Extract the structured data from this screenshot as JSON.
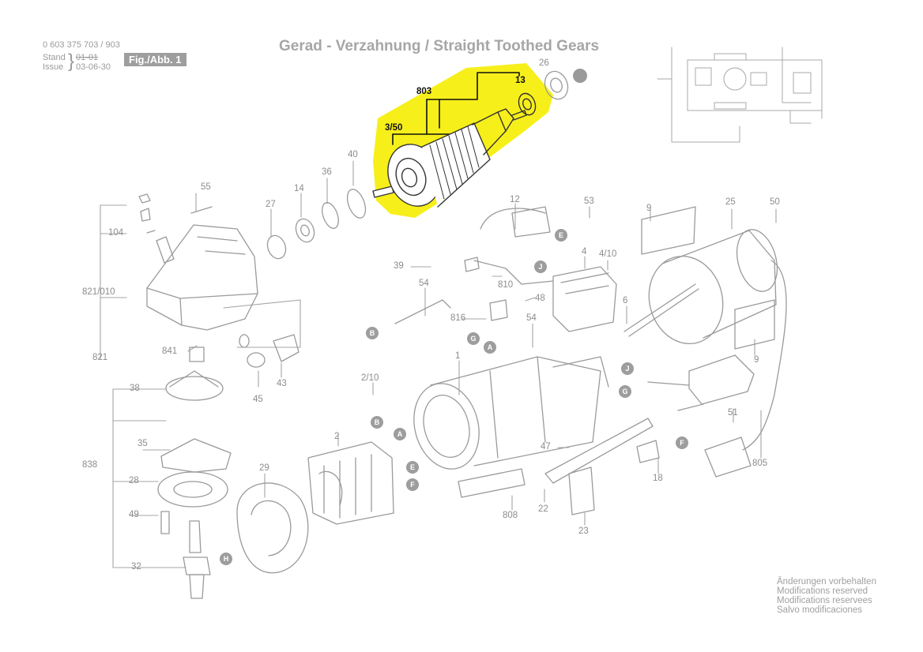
{
  "header": {
    "title": "Gerad - Verzahnung / Straight Toothed Gears",
    "part_number": "0 603 375 703 / 903",
    "stand_label": "Stand",
    "stand_value": "01-01",
    "issue_label": "Issue",
    "issue_value": "03-06-30",
    "figure_label": "Fig./Abb. 1"
  },
  "footer_note": {
    "lines": [
      "Änderungen vorbehalten",
      "Modifications reserved",
      "Modifications reservees",
      "Salvo modificaciones"
    ]
  },
  "highlight_color": "#f7ef1a",
  "callouts": {
    "c803": "803",
    "c13": "13",
    "c3_50": "3/50",
    "c26": "26",
    "c40": "40",
    "c36": "36",
    "c14": "14",
    "c27": "27",
    "c55": "55",
    "c104": "104",
    "c821_010": "821/010",
    "c821": "821",
    "c841": "841",
    "c38": "38",
    "c838": "838",
    "c35": "35",
    "c28": "28",
    "c49": "49",
    "c32": "32",
    "c29": "29",
    "c45": "45",
    "c43": "43",
    "c12": "12",
    "c53": "53",
    "c39": "39",
    "c54a": "54",
    "c810": "810",
    "c816": "816",
    "c48": "48",
    "c54b": "54",
    "c4": "4",
    "c4_10": "4/10",
    "c6": "6",
    "c9a": "9",
    "c25": "25",
    "c50": "50",
    "c9b": "9",
    "c51": "51",
    "c805": "805",
    "c1": "1",
    "c2_10": "2/10",
    "c2": "2",
    "c47": "47",
    "c18": "18",
    "c22": "22",
    "c23": "23",
    "c808": "808"
  },
  "connector_letters": {
    "e1": "E",
    "j1": "J",
    "b1": "B",
    "g1": "G",
    "a1": "A",
    "j2": "J",
    "g2": "G",
    "f1": "F",
    "b2": "B",
    "a2": "A",
    "e2": "E",
    "f2": "F",
    "h1": "H"
  }
}
